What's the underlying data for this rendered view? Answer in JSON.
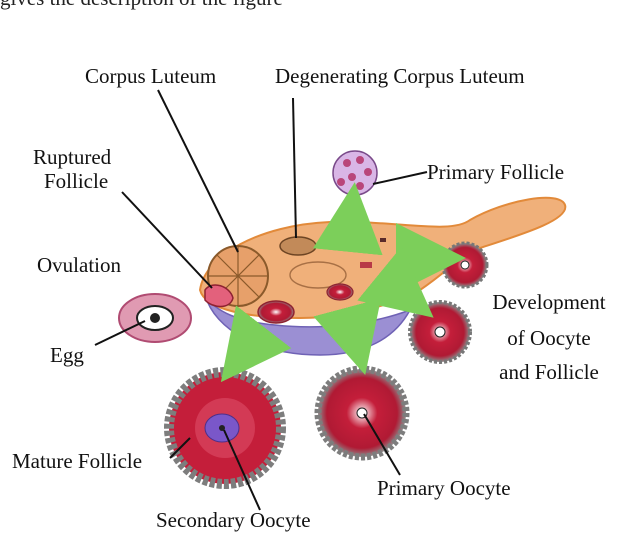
{
  "top_text": "gives the description of the figure",
  "labels": {
    "corpus_luteum": "Corpus  Luteum",
    "degenerating_corpus_luteum": "Degenerating  Corpus  Luteum",
    "ruptured_follicle_line1": "Ruptured",
    "ruptured_follicle_line2": "Follicle",
    "primary_follicle": "Primary Follicle",
    "ovulation": "Ovulation",
    "development_line1": "Development",
    "development_line2": "of  Oocyte",
    "development_line3": "and Follicle",
    "egg": "Egg",
    "mature_follicle": "Mature Follicle",
    "primary_oocyte": "Primary  Oocyte",
    "secondary_oocyte": "Secondary  Oocyte"
  },
  "colors": {
    "ovary_orange": "#f0b07a",
    "ovary_purple": "#9b8fd3",
    "follicle_red": "#c41e3a",
    "follicle_gray": "#8a8a8a",
    "arrow_green": "#7ccf5a"
  }
}
